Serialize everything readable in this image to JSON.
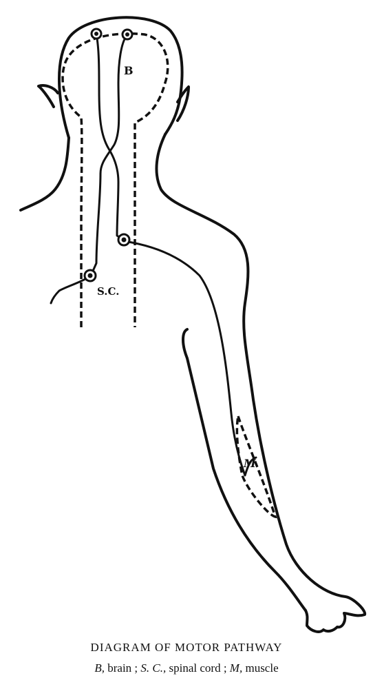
{
  "figure": {
    "labels": {
      "brain": "B",
      "spinal_cord": "S.C.",
      "muscle": "M"
    }
  },
  "caption": {
    "title": "DIAGRAM OF MOTOR PATHWAY",
    "legend": [
      {
        "key": "B,",
        "desc": " brain ; "
      },
      {
        "key": "S. C.,",
        "desc": " spinal cord ; "
      },
      {
        "key": "M,",
        "desc": " muscle"
      }
    ]
  }
}
